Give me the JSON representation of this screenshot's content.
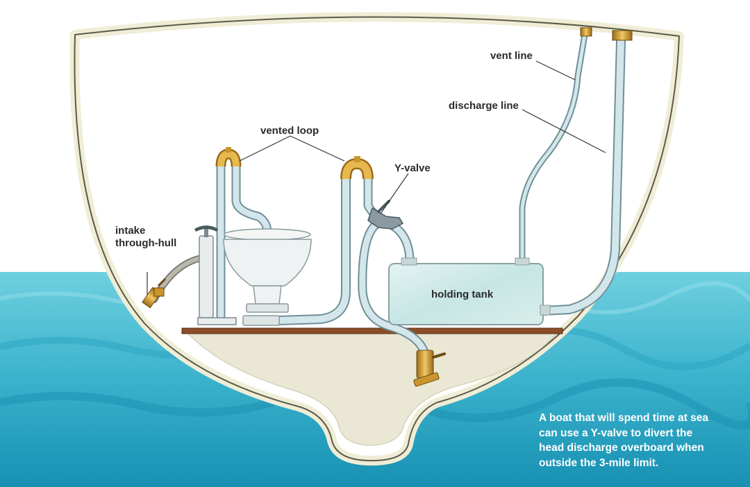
{
  "labels": {
    "vent_line": "vent line",
    "discharge_line": "discharge line",
    "vented_loop": "vented loop",
    "y_valve": "Y-valve",
    "intake_line1": "intake",
    "intake_line2": "through-hull",
    "holding_tank": "holding tank"
  },
  "caption": {
    "line1": "A boat that will spend time at sea",
    "line2": "can use a Y-valve to divert the",
    "line3": "head discharge overboard when",
    "line4": "outside the 3-mile limit."
  },
  "colors": {
    "sea_light": "#5cc6d8",
    "sea_dark": "#1d97b8",
    "hull": "#f0edd6",
    "brass": "#c9952e",
    "hose": "#cfe3e8",
    "tank": "#d6ecec",
    "floor": "#8a4e2a"
  },
  "icons": [
    "y-valve-icon",
    "pump-icon",
    "toilet-icon",
    "through-hull-icon",
    "seacock-icon"
  ]
}
